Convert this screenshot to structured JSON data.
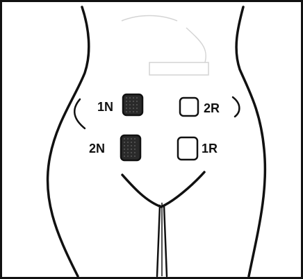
{
  "diagram": {
    "markers": [
      {
        "id": "1N",
        "label": "1N",
        "state": "filled"
      },
      {
        "id": "2N",
        "label": "2N",
        "state": "filled"
      },
      {
        "id": "2R",
        "label": "2R",
        "state": "empty"
      },
      {
        "id": "1R",
        "label": "1R",
        "state": "empty"
      }
    ],
    "colors": {
      "outline": "#111111",
      "filled": "#2a2a2a",
      "empty": "#ffffff",
      "faint": "#cfcfcf"
    }
  }
}
